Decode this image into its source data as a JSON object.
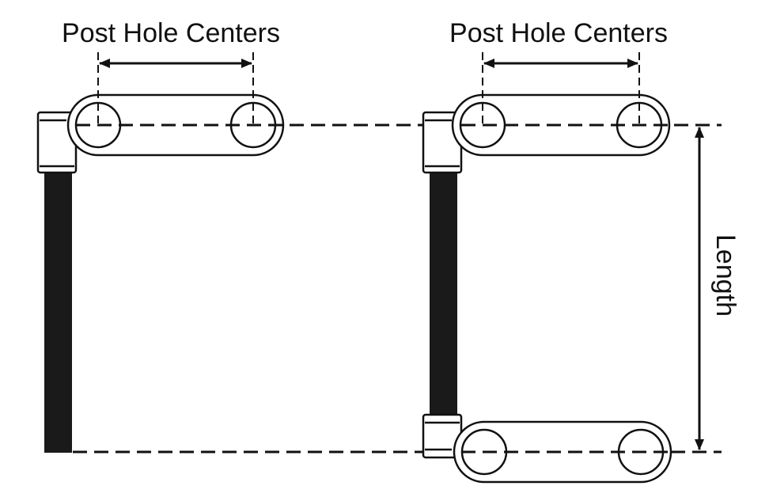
{
  "labels": {
    "left_dimension": "Post Hole Centers",
    "right_dimension": "Post Hole Centers",
    "length": "Length"
  },
  "colors": {
    "line": "#111111",
    "post": "#1a1a1a",
    "fill": "#ffffff"
  }
}
